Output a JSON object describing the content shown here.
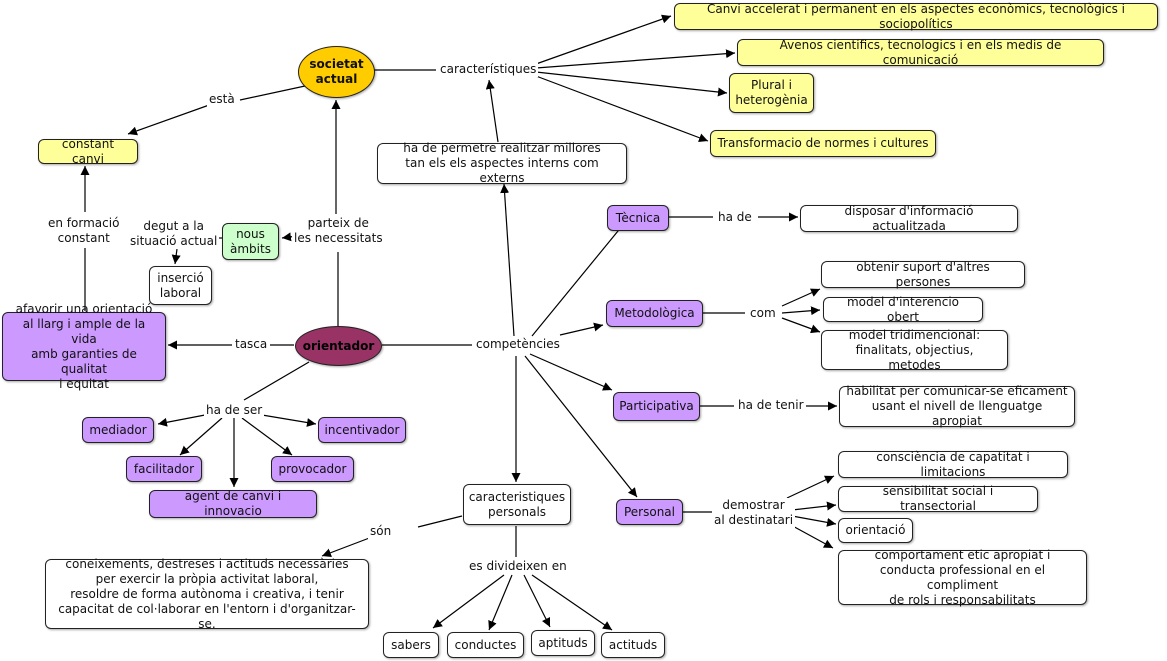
{
  "nodes": {
    "societat": "societat\nactual",
    "constant_canvi": "constant canvi",
    "canvi_accelerat": "Canvi accelerat i permanent en els aspectes econòmics, tecnològics i sociopolítics",
    "avenos": "Avenos cientifics, tecnologics i en els medis de comunicació",
    "plural": "Plural i\nheterogènia",
    "transformacio": "Transformacio de normes i cultures",
    "millores": "ha de permetre realitzar millores\ntan els els aspectes interns com externs",
    "tecnica": "Tècnica",
    "disposar": "disposar d'informació actualitzada",
    "nous_ambits": "nous\nàmbits",
    "insercio": "inserció\nlaboral",
    "afavorir": "afavorir una orientació\nal llarg i ample de la vida\namb garanties de qualitat\ni equitat",
    "orientador": "orientador",
    "metodologica": "Metodològica",
    "suport": "obtenir suport d'altres persones",
    "interencio": "model d'interencio obert",
    "tridimencional": "model tridimencional:\nfinalitats, objectius, metodes",
    "participativa": "Participativa",
    "habilitat": "habilitat per comunicar-se eficament\nusant el nivell de llenguatge apropiat",
    "mediador": "mediador",
    "incentivador": "incentivador",
    "facilitador": "facilitador",
    "provocador": "provocador",
    "agent": "agent de canvi i innovacio",
    "caract_pers": "caracteristiques\npersonals",
    "personal": "Personal",
    "consciencia": "consciència de capatitat i limitacions",
    "sensibilitat": "sensibilitat social i transectorial",
    "orientacio": "orientació",
    "comportament": "comportament etic apropiat i\nconducta professional en el compliment\nde rols i responsabilitats",
    "coneixements": "coneixements, destreses i actituds necessàries\nper exercir la pròpia activitat laboral,\nresoldre de forma autònoma i creativa, i tenir\ncapacitat de col·laborar en l'entorn i d'organitzar-se.",
    "sabers": "sabers",
    "conductes": "conductes",
    "aptituds": "aptituds",
    "actituds": "actituds"
  },
  "labels": {
    "esta": "està",
    "caracteristiques": "característiques",
    "en_formacio": "en formació\nconstant",
    "degut": "degut a la\nsituació actual",
    "parteix": "parteix de\nles necessitats",
    "ha_de": "ha de",
    "com": "com",
    "tasca": "tasca",
    "competencies": "competències",
    "ha_de_tenir": "ha de tenir",
    "ha_de_ser": "ha de ser",
    "demostrar": "demostrar\nal destinatari",
    "son": "són",
    "es_divideixen": "es divideixen en"
  }
}
